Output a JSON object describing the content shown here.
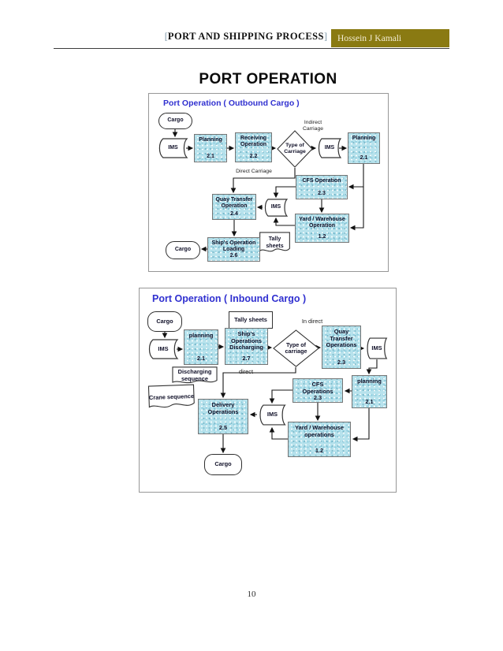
{
  "header": {
    "open_bracket": "[",
    "title": "PORT AND SHIPPING PROCESS",
    "close_bracket": "]",
    "author": "Hossein J Kamali"
  },
  "doc": {
    "title": "PORT OPERATION",
    "page_number": "10"
  },
  "colors": {
    "accent_gold": "#8a7a12",
    "panel_title_blue": "#3030d0",
    "process_fill": "#b7e2ec"
  },
  "outbound": {
    "panel_title": "Port Operation ( Outbound Cargo )",
    "labels": {
      "indirect": "Indirect Carriage",
      "direct": "Direct Carriage"
    },
    "nodes": {
      "cargo_in": "Cargo",
      "ims_left": "IMS",
      "planning_left": {
        "label": "Planning",
        "code": "2.1"
      },
      "receiving": {
        "label": "Receiving Operation",
        "code": "2.2"
      },
      "decision": "Type of Carriage",
      "ims_right": "IMS",
      "planning_right": {
        "label": "Planning",
        "code": "2.1"
      },
      "cfs": {
        "label": "CFS Operation",
        "code": "2.3"
      },
      "ims_mid": "IMS",
      "quay": {
        "label": "Quay Transfer Operation",
        "code": "2.4"
      },
      "yard": {
        "label": "Yard / Warehouse Operation",
        "code": "1.2"
      },
      "tally": "Tally sheets",
      "ship": {
        "label": "Ship's Operation Loading",
        "code": "2.6"
      },
      "cargo_out": "Cargo"
    }
  },
  "inbound": {
    "panel_title": "Port Operation ( Inbound Cargo )",
    "labels": {
      "indirect": "In direct",
      "direct": "direct"
    },
    "nodes": {
      "cargo_in": "Cargo",
      "ims_left": "IMS",
      "planning_left": {
        "label": "planning",
        "code": "2.1"
      },
      "tally": "Tally sheets",
      "ship": {
        "label": "Ship's Operations Discharging",
        "code": "2.7"
      },
      "decision": "Type of carriage",
      "quay": {
        "label": "Quay Transfer Operations",
        "code": "2.3"
      },
      "ims_right": "IMS",
      "discharging_seq": "Discharging sequence",
      "crane_seq": "Crane sequence",
      "cfs": {
        "label": "CFS Operations",
        "code": "2.3"
      },
      "planning_right": {
        "label": "planning",
        "code": "2.1"
      },
      "delivery": {
        "label": "Delivery Operations",
        "code": "2.5"
      },
      "ims_mid": "IMS",
      "yard": {
        "label": "Yard / Warehouse operations",
        "code": "1.2"
      },
      "cargo_out": "Cargo"
    }
  }
}
